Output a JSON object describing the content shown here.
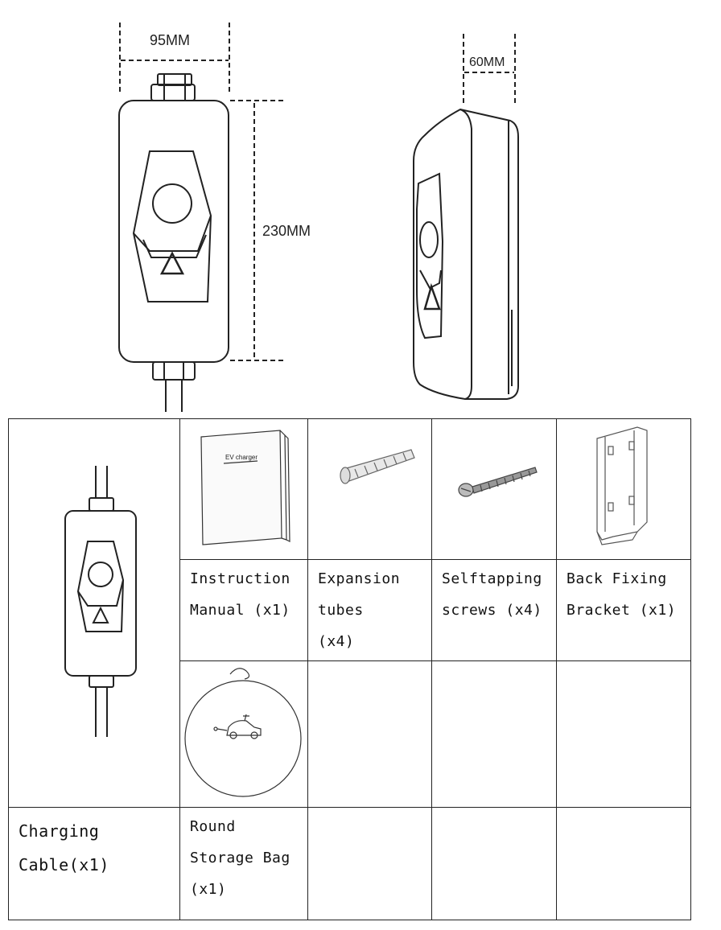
{
  "dimensions": {
    "width_label": "95MM",
    "depth_label": "60MM",
    "height_label": "230MM"
  },
  "manual_cover_text": "EV charger",
  "items": [
    {
      "id": "manual",
      "label": "Instruction\nManual (x1)",
      "icon": "manual-booklet-icon"
    },
    {
      "id": "tubes",
      "label": "Expansion\ntubes\n(x4)",
      "icon": "expansion-tube-icon"
    },
    {
      "id": "screws",
      "label": "Selftapping\nscrews (x4)",
      "icon": "screw-icon"
    },
    {
      "id": "bracket",
      "label": "Back Fixing\nBracket (x1)",
      "icon": "bracket-icon"
    },
    {
      "id": "bag",
      "label": "Round\nStorage Bag\n(x1)",
      "icon": "storage-bag-icon"
    },
    {
      "id": "cable",
      "label": "Charging\nCable(x1)",
      "icon": "charger-box-icon"
    }
  ]
}
